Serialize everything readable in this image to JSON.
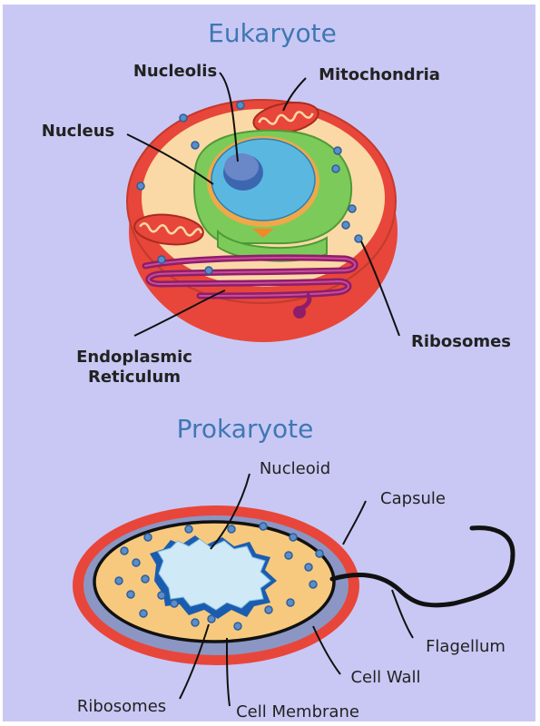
{
  "eukaryote": {
    "title": "Eukaryote",
    "labels": {
      "nucleolis": "Nucleolis",
      "mitochondria": "Mitochondria",
      "nucleus": "Nucleus",
      "er_line1": "Endoplasmic",
      "er_line2": "Reticulum",
      "ribosomes": "Ribosomes"
    }
  },
  "prokaryote": {
    "title": "Prokaryote",
    "labels": {
      "nucleoid": "Nucleoid",
      "capsule": "Capsule",
      "flagellum": "Flagellum",
      "cell_wall": "Cell Wall",
      "ribosomes": "Ribosomes",
      "cell_membrane": "Cell Membrane"
    }
  },
  "colors": {
    "background": "#c9c8f4",
    "title": "#3f77b5",
    "cell_outer": "#e8463a",
    "cytoplasm": "#fbd9a6",
    "nucleus": "#5ab8e0",
    "nucleolus": "#3c67b0",
    "er_green": "#7ccb5a",
    "er_purple": "#8e1e6a",
    "mitochondria": "#e8463a",
    "ribosome": "#5b8ec8",
    "capsule": "#e8463a",
    "cell_wall": "#8b96c4",
    "prokaryote_cytoplasm": "#f7c97e",
    "nucleoid": "#cfe9f6"
  }
}
